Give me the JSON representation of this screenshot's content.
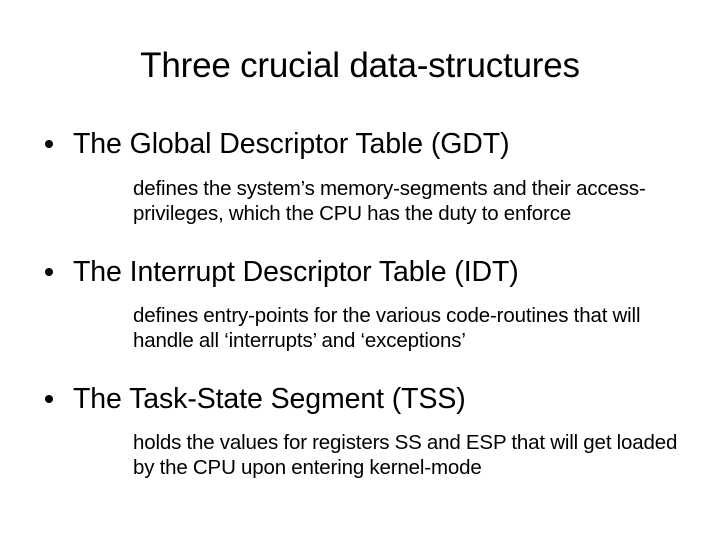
{
  "slide": {
    "title": "Three crucial data-structures",
    "background_color": "#ffffff",
    "text_color": "#000000",
    "bullet_glyph": "•",
    "topics": [
      {
        "heading": "The Global Descriptor Table (GDT)",
        "detail": "defines the system’s memory-segments and their access-privileges, which the CPU has the duty to enforce"
      },
      {
        "heading": "The Interrupt Descriptor Table (IDT)",
        "detail": "defines entry-points for the various code-routines that will handle all ‘interrupts’ and ‘exceptions’"
      },
      {
        "heading": "The Task-State Segment (TSS)",
        "detail": "holds the values for registers SS and ESP that will get loaded by the CPU upon entering kernel-mode"
      }
    ]
  }
}
